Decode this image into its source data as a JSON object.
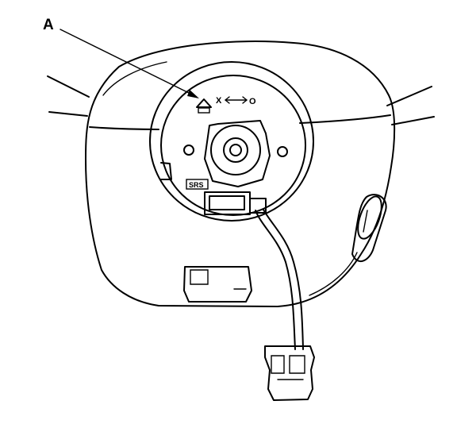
{
  "figure": {
    "callout_label": "A",
    "position_marks": {
      "left": "X",
      "right": "O"
    },
    "badge_text": "SRS",
    "arrow_symbol": "←→"
  },
  "colors": {
    "ink": "#000000",
    "paper": "#ffffff"
  }
}
